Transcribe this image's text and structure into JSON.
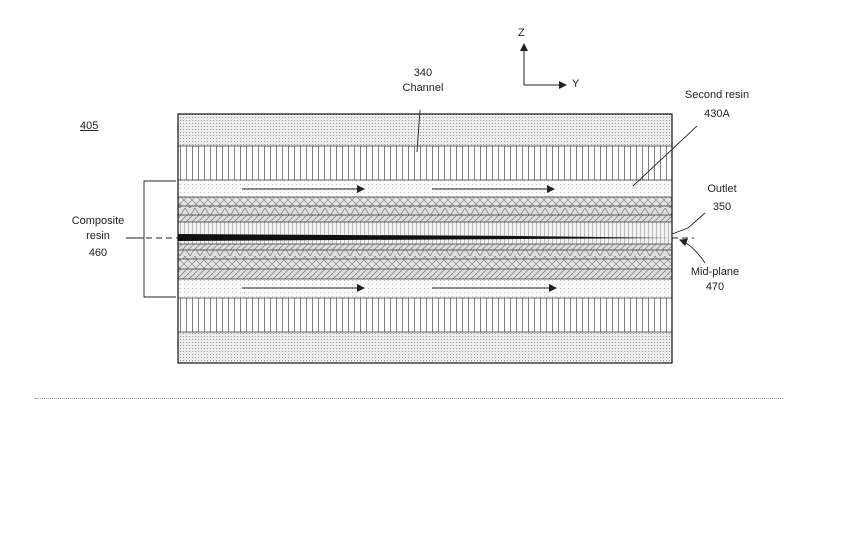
{
  "figure_ref": "405",
  "axes": {
    "z": "Z",
    "y": "Y"
  },
  "labels": {
    "channel_number": "340",
    "channel_name": "Channel",
    "second_resin_name": "Second resin",
    "second_resin_number": "430A",
    "outlet_name": "Outlet",
    "outlet_number": "350",
    "composite_line1": "Composite",
    "composite_line2": "resin",
    "composite_number": "460",
    "midplane_name": "Mid-plane",
    "midplane_number": "470"
  }
}
